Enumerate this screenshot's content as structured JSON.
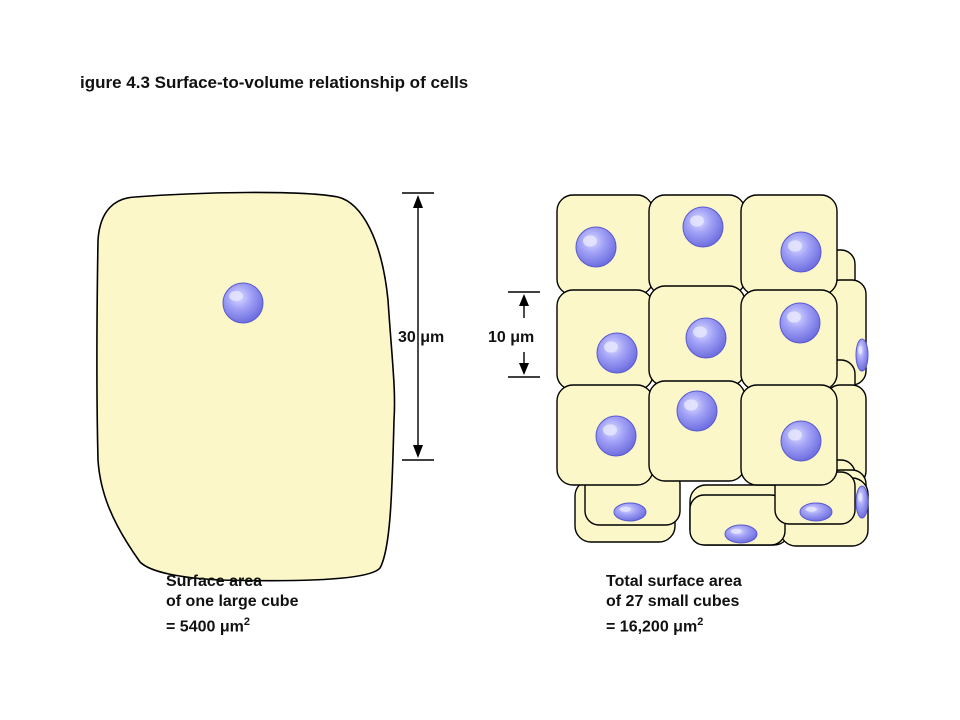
{
  "title": "igure 4.3  Surface-to-volume relationship of cells",
  "large_cube": {
    "dimension_label": "30 μm",
    "caption_line1": "Surface area",
    "caption_line2": "of one large cube",
    "caption_value": "= 5400 μm",
    "caption_exponent": "2"
  },
  "small_cubes": {
    "dimension_label": "10 μm",
    "caption_line1": "Total surface area",
    "caption_line2": "of 27 small cubes",
    "caption_value": "= 16,200 μm",
    "caption_exponent": "2"
  },
  "colors": {
    "cell_fill": "#fbf7c8",
    "nucleus": "#8f8ff2",
    "nucleus_highlight": "#ccccff",
    "outline": "#000000"
  }
}
